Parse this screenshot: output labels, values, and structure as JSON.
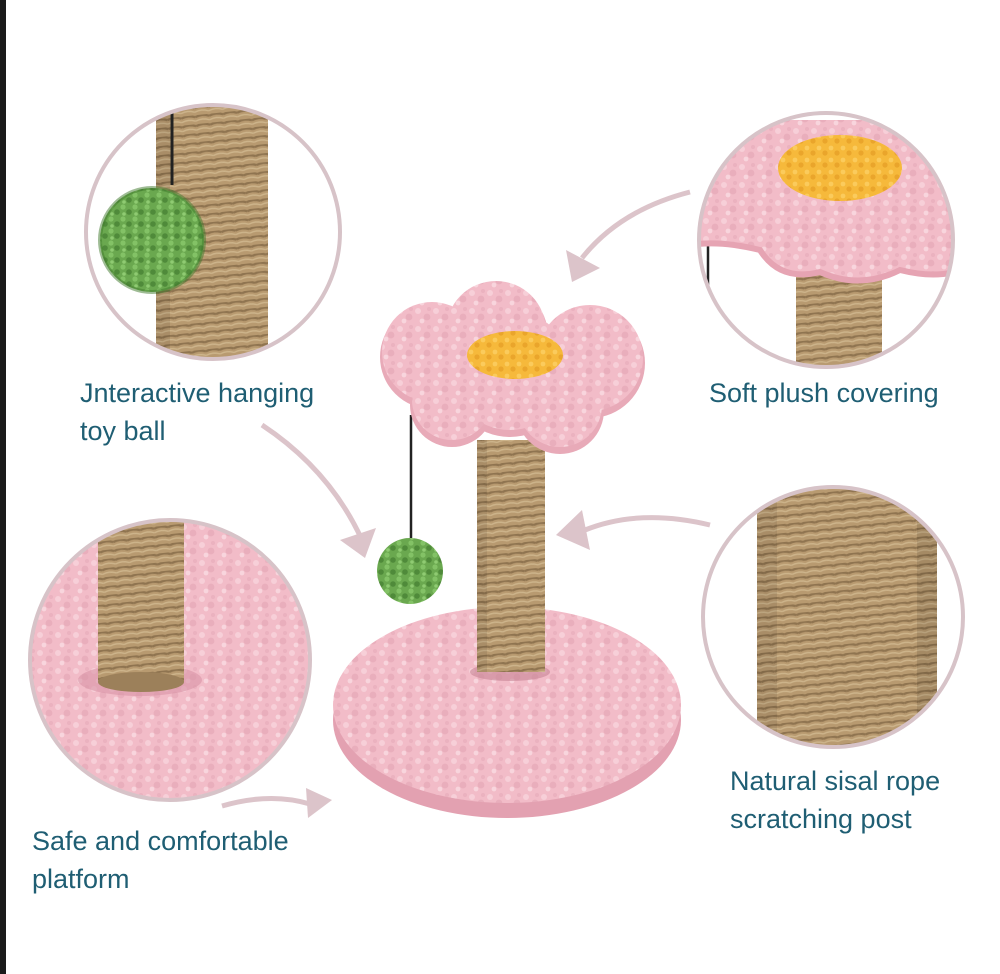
{
  "captions": {
    "ball": {
      "line1": "Jnteractive hanging",
      "line2": "toy ball"
    },
    "plush": {
      "line1": "Soft plush covering"
    },
    "rope": {
      "line1": "Natural sisal rope",
      "line2": "scratching post"
    },
    "platform": {
      "line1": "Safe and comfortable",
      "line2": "platform"
    }
  },
  "colors": {
    "caption_text": "#1f5e73",
    "circle_border": "#d7c3c8",
    "arrow": "#dcc4ca",
    "plush_pink": "#f2bcc8",
    "plush_pink_shadow": "#e6a4b3",
    "flower_center": "#f6b93b",
    "sisal": "#b89a70",
    "ball_green": "#6aa84f"
  }
}
